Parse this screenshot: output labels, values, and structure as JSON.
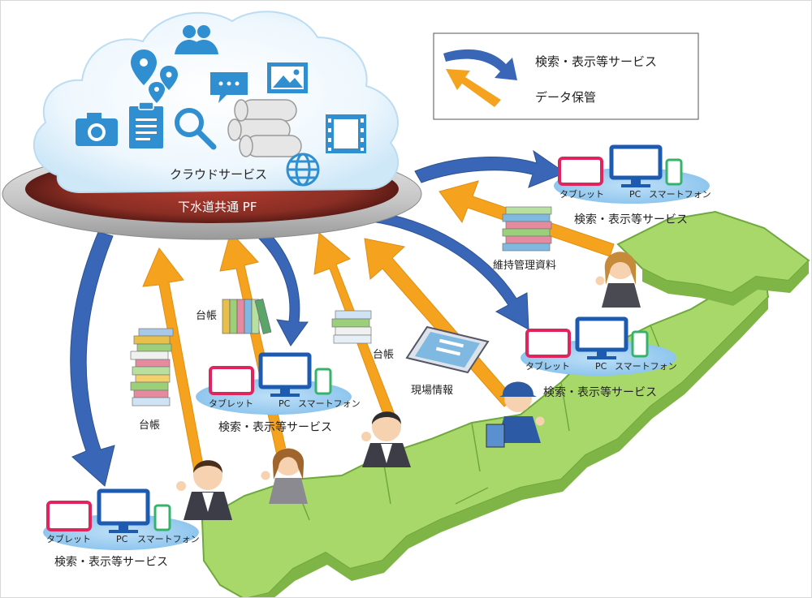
{
  "legend": {
    "search_display": "検索・表示等サービス",
    "data_storage": "データ保管"
  },
  "cloud": {
    "service_label": "クラウドサービス",
    "platform_label": "下水道共通 PF"
  },
  "device_labels": {
    "tablet": "タブレット",
    "pc": "PC",
    "smartphone": "スマートフォン"
  },
  "service_caption": "検索・表示等サービス",
  "data_labels": {
    "ledger": "台帳",
    "maintenance_docs": "維持管理資料",
    "field_info": "現場情報"
  },
  "colors": {
    "search_arrow": "#3a66b8",
    "storage_arrow": "#f5a21e",
    "cloud_icon": "#2f8fd0",
    "map_green": "#a9d86a",
    "platform_ring": "#8a2e24",
    "tablet": "#e0245e",
    "pc": "#1d5bb0",
    "smartphone": "#36b36a"
  }
}
